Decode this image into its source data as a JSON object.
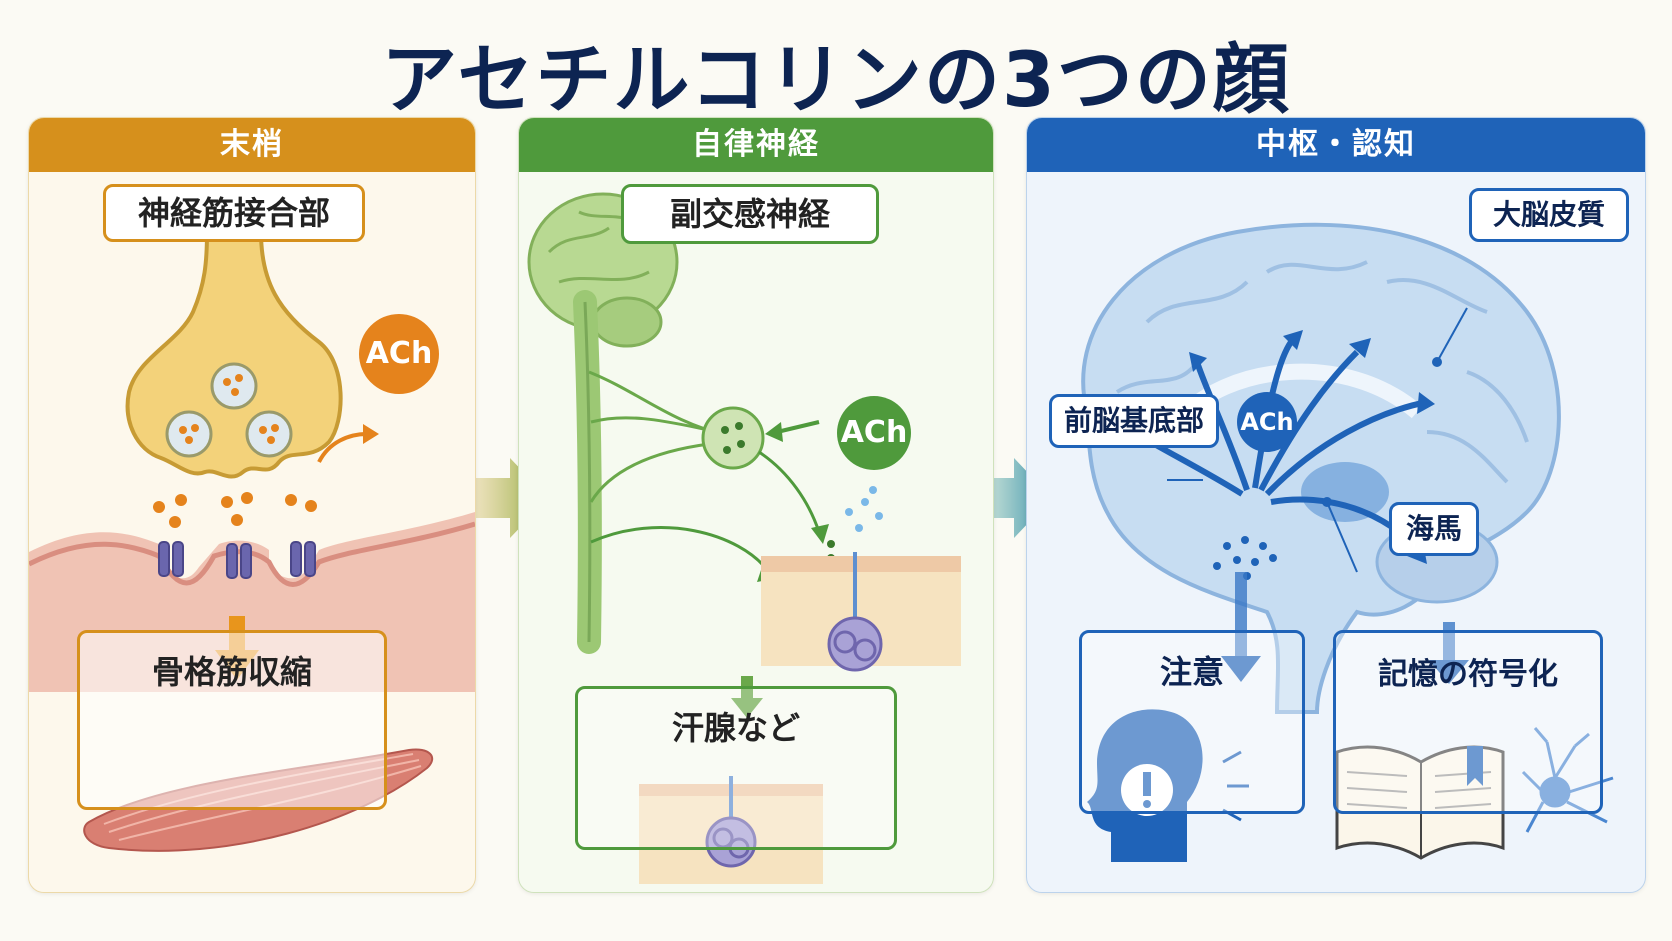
{
  "title": "アセチルコリンの3つの顔",
  "colors": {
    "peripheral": "#d6901c",
    "autonomic": "#4f9a3c",
    "central": "#1f63b8",
    "title": "#0d2452"
  },
  "panels": [
    {
      "header": "末梢",
      "top_label": "神経筋接合部",
      "ach": "ACh",
      "result_label": "骨格筋収縮",
      "icons": [
        "nerve-terminal-illustration",
        "receptor-icon",
        "muscle-illustration"
      ]
    },
    {
      "header": "自律神経",
      "top_label": "副交感神経",
      "ach": "ACh",
      "result_label": "汗腺など",
      "icons": [
        "brain-spinal-cord-illustration",
        "ganglion-icon",
        "sweat-gland-illustration"
      ]
    },
    {
      "header": "中枢・認知",
      "cortex_label": "大脳皮質",
      "forebrain_label": "前脳基底部",
      "ach": "ACh",
      "hippocampus_label": "海馬",
      "attention_label": "注意",
      "memory_label": "記憶の符号化",
      "icons": [
        "brain-icon",
        "head-alert-icon",
        "book-icon",
        "neuron-icon"
      ]
    }
  ]
}
